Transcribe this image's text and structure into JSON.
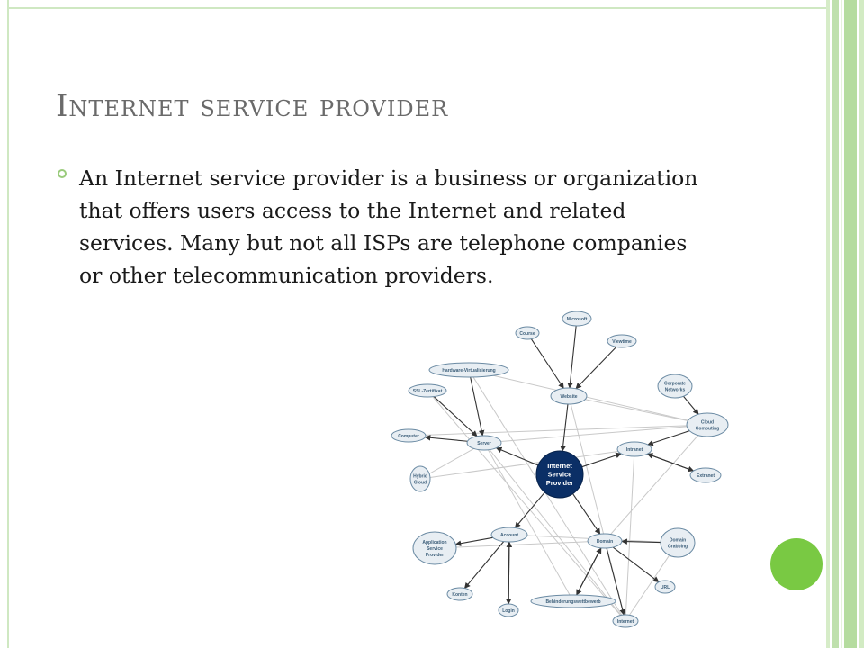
{
  "slide": {
    "title": "Internet service provider",
    "body": "An Internet service provider is a business or organization that offers users access to the Internet and related services. Many but not all ISPs are telephone companies or other telecommunication providers."
  },
  "diagram": {
    "nodes": {
      "isp": [
        "Internet",
        "Service",
        "Provider"
      ],
      "microsoft": [
        "Microsoft"
      ],
      "course": [
        "Course"
      ],
      "viewtime": [
        "Viewtime"
      ],
      "hardware": [
        "Hardware-Virtualisierung"
      ],
      "ssl": [
        "SSL-Zertifikat"
      ],
      "website": [
        "Website"
      ],
      "corporate": [
        "Corporate",
        "Networks"
      ],
      "cloud": [
        "Cloud",
        "Computing"
      ],
      "computer": [
        "Computer"
      ],
      "server": [
        "Server"
      ],
      "intranet": [
        "Intranet"
      ],
      "hybrid": [
        "Hybrid",
        "Cloud"
      ],
      "extranet": [
        "Extranet"
      ],
      "asp": [
        "Application",
        "Service",
        "Provider"
      ],
      "account": [
        "Account"
      ],
      "domain": [
        "Domain"
      ],
      "grabbing": [
        "Domain",
        "Grabbing"
      ],
      "konten": [
        "Konten"
      ],
      "login": [
        "Login"
      ],
      "behinderung": [
        "Behinderungswettbewerb"
      ],
      "url": [
        "URL"
      ],
      "internet": [
        "Internet"
      ]
    }
  },
  "colors": {
    "accent": "#79c943",
    "title": "#6a6a6a",
    "isp_node": "#0b2f66"
  }
}
